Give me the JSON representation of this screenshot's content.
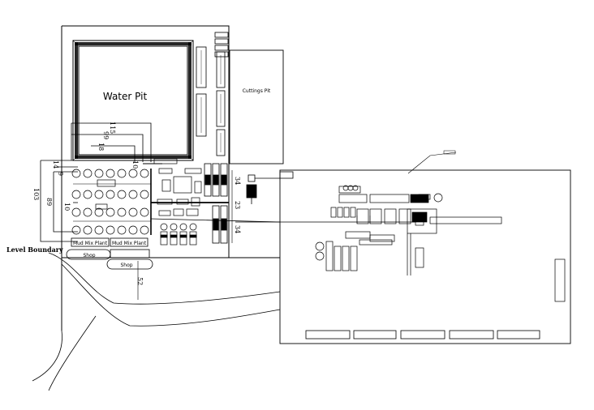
{
  "drawing": {
    "labels": {
      "water_pit": "Water Pit",
      "cuttings_pit": "Cuttings Pit",
      "level_boundary": "Level Boundary",
      "mud_mix_plant_1": "Mud Mix Plant",
      "mud_mix_plant_2": "Mud Mix Plant",
      "shop_1": "Shop",
      "shop_2": "Shop",
      "dim_115": "115",
      "dim_99": "99",
      "dim_18": "18",
      "dim_103": "103",
      "dim_89": "89",
      "dim_14": "14",
      "dim_9": "9",
      "dim_10": "10",
      "dim_34_upper": "34",
      "dim_23": "23",
      "dim_34_lower": "34",
      "dim_52": "52",
      "dim_10_small": "10"
    },
    "colors": {
      "ink": "#000000",
      "background": "#ffffff"
    }
  }
}
